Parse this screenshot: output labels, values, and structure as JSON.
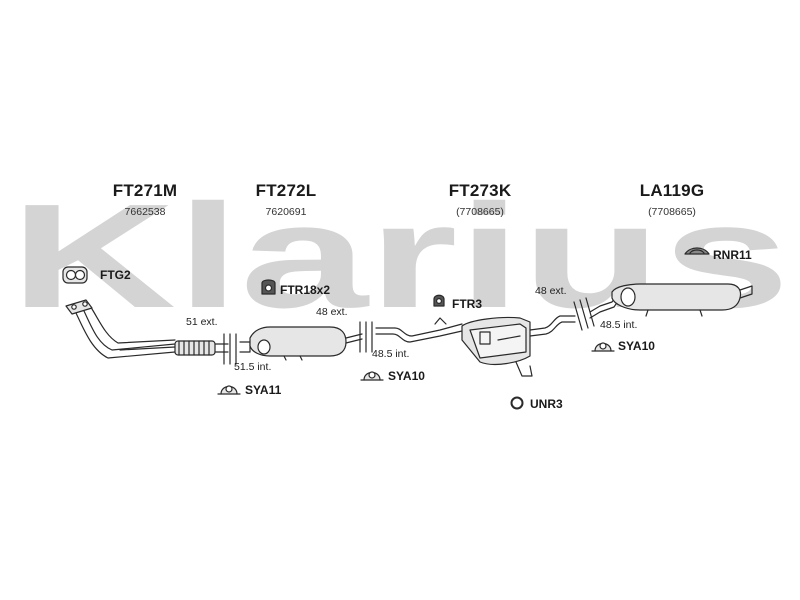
{
  "watermark": "Klarius",
  "parts": [
    {
      "code": "FT271M",
      "number": "7662538"
    },
    {
      "code": "FT272L",
      "number": "7620691"
    },
    {
      "code": "FT273K",
      "number": "(7708665)"
    },
    {
      "code": "LA119G",
      "number": "(7708665)"
    }
  ],
  "accessories": {
    "ftg2": "FTG2",
    "ftr18x2": "FTR18x2",
    "ftr3": "FTR3",
    "rnr11": "RNR11",
    "sya11": "SYA11",
    "sya10_a": "SYA10",
    "sya10_b": "SYA10",
    "unr3": "UNR3"
  },
  "dimensions": {
    "d1_ext": "51 ext.",
    "d1_int": "51.5 int.",
    "d2_ext": "48 ext.",
    "d2_int": "48.5 int.",
    "d3_ext": "48 ext.",
    "d3_int": "48.5 int."
  },
  "colors": {
    "watermark": "#d4d4d4",
    "line": "#2a2a2a",
    "fill": "#e6e6e6"
  }
}
